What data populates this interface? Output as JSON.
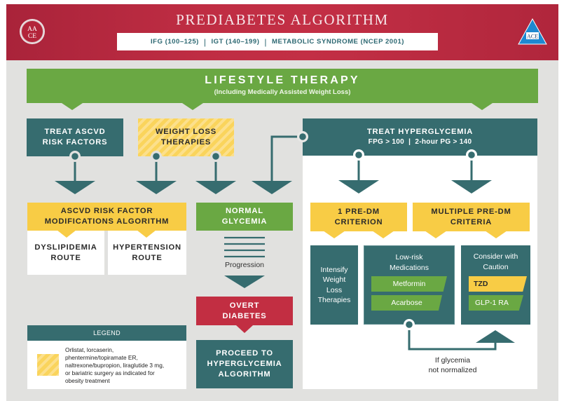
{
  "header": {
    "title": "PREDIABETES ALGORITHM",
    "criteria": [
      "IFG (100–125)",
      "IGT (140–199)",
      "METABOLIC SYNDROME (NCEP 2001)"
    ],
    "separator": "|",
    "logo_left": [
      "AA",
      "CE"
    ],
    "logo_right": "ACE"
  },
  "lifestyle": {
    "title": "LIFESTYLE THERAPY",
    "subtitle": "(Including Medically Assisted Weight Loss)"
  },
  "treat_ascvd": {
    "lines": [
      "TREAT ASCVD",
      "RISK FACTORS"
    ]
  },
  "weight_loss": {
    "lines": [
      "WEIGHT LOSS",
      "THERAPIES"
    ]
  },
  "hyperglycemia": {
    "title": "TREAT HYPERGLYCEMIA",
    "criteria": "FPG > 100  |  2-hour PG > 140"
  },
  "ascvd_algorithm": {
    "lines": [
      "ASCVD RISK FACTOR",
      "MODIFICATIONS ALGORITHM"
    ],
    "routes": [
      {
        "lines": [
          "DYSLIPIDEMIA",
          "ROUTE"
        ]
      },
      {
        "lines": [
          "HYPERTENSION",
          "ROUTE"
        ]
      }
    ]
  },
  "normal_glycemia": {
    "lines": [
      "NORMAL",
      "GLYCEMIA"
    ]
  },
  "progression": "Progression",
  "overt_diabetes": {
    "lines": [
      "OVERT",
      "DIABETES"
    ]
  },
  "proceed": {
    "lines": [
      "PROCEED TO",
      "HYPERGLYCEMIA",
      "ALGORITHM"
    ]
  },
  "legend": {
    "title": "LEGEND",
    "swatch": "weight-loss-therapies-hatch",
    "description_lines": [
      "Orlistat, lorcaserin,",
      "phentermine/topiramate ER,",
      "naltrexone/bupropion, liraglutide 3 mg,",
      "or bariatric surgery as indicated for",
      "obesity treatment"
    ]
  },
  "criterion_one": {
    "lines": [
      "1 PRE-DM",
      "CRITERION"
    ]
  },
  "criteria_multiple": {
    "lines": [
      "MULTIPLE PRE-DM",
      "CRITERIA"
    ]
  },
  "intensify": {
    "lines": [
      "Intensify",
      "Weight",
      "Loss",
      "Therapies"
    ]
  },
  "low_risk": {
    "title_lines": [
      "Low-risk",
      "Medications"
    ],
    "medications": [
      "Metformin",
      "Acarbose"
    ]
  },
  "caution": {
    "title_lines": [
      "Consider with",
      "Caution"
    ],
    "medications": [
      "TZD",
      "GLP-1 RA"
    ]
  },
  "loop_note": {
    "lines": [
      "If glycemia",
      "not normalized"
    ]
  },
  "colors": {
    "header_red": "#b3273b",
    "background_gray": "#e1e1df",
    "teal": "#366c6f",
    "green": "#6aa843",
    "yellow": "#f8cc45",
    "alert_red": "#c22e42",
    "logo_blue": "#1e88d0"
  }
}
